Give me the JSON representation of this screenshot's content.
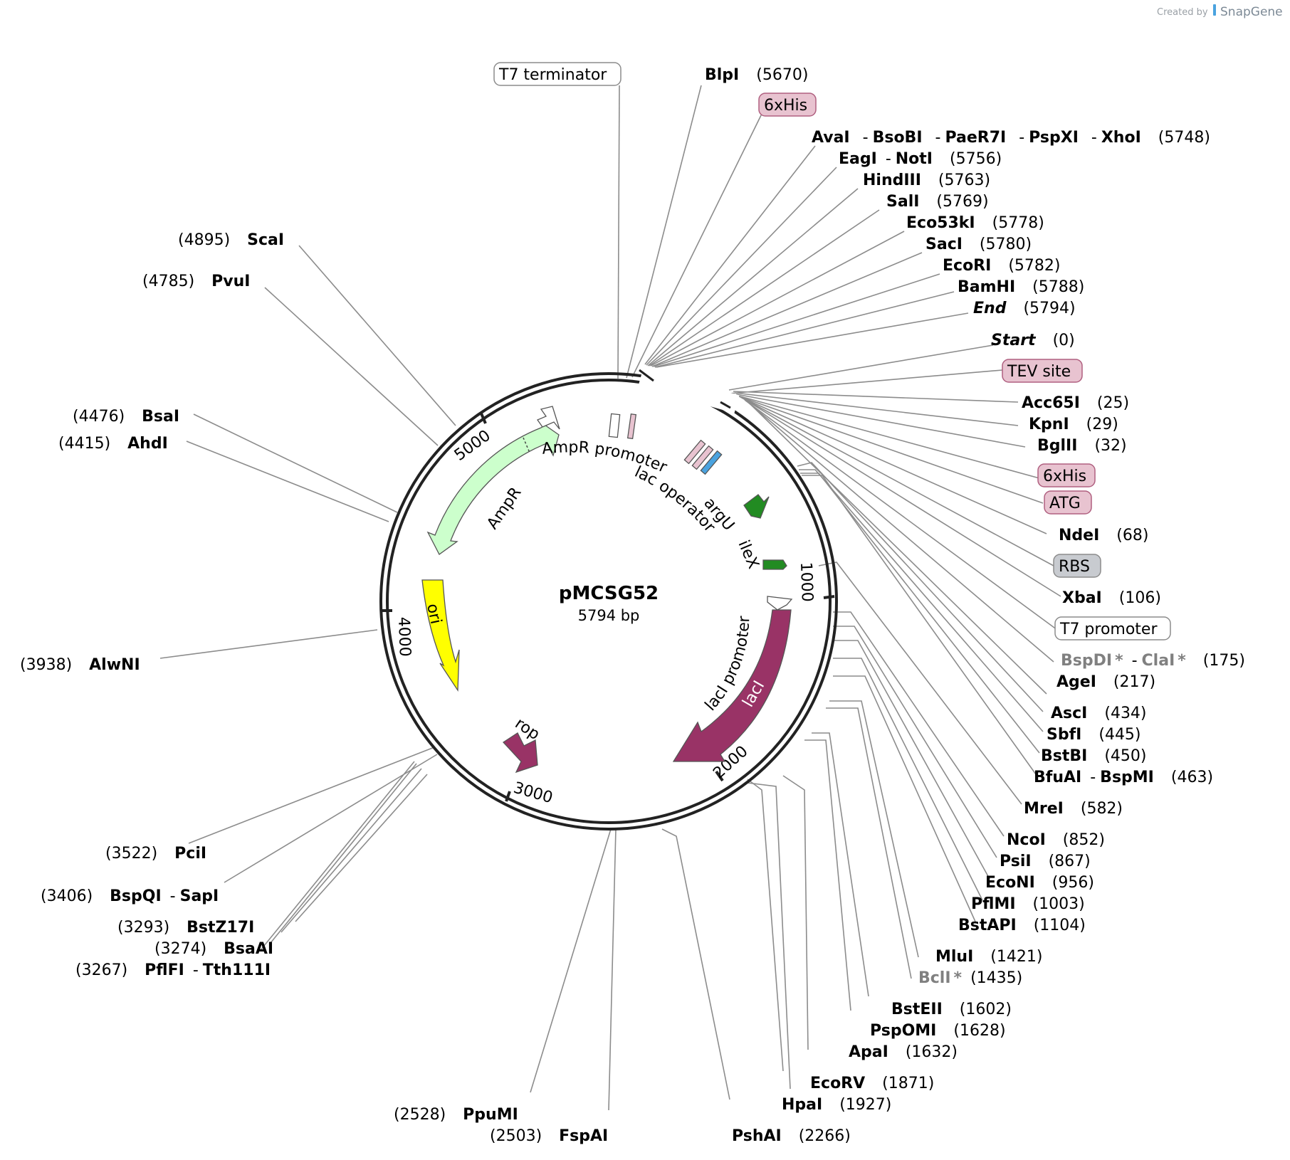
{
  "credit": {
    "prefix": "Created by",
    "brand": "SnapGene"
  },
  "plasmid": {
    "name": "pMCSG52",
    "size": "5794 bp"
  },
  "ticks": [
    "1000",
    "2000",
    "3000",
    "4000",
    "5000"
  ],
  "feature_labels": {
    "AmpR_promoter": "AmpR promoter",
    "lac_operator": "lac operator",
    "argU": "argU",
    "ileX": "ileX",
    "lacI_promoter": "lacI promoter",
    "lacI": "lacI",
    "rop": "rop",
    "ori": "ori",
    "AmpR": "AmpR"
  },
  "colors": {
    "lacI": "#993366",
    "rop": "#993366",
    "ori": "#ffff00",
    "AmpR": "#ccffcc",
    "tRNA": "#228b22",
    "tag_pink": "#e8c3d0",
    "rbs_grey": "#c8cbd0"
  },
  "boxed_labels": {
    "t7term": "T7 terminator",
    "his6a": "6xHis",
    "tev": "TEV site",
    "his6b": "6xHis",
    "atg": "ATG",
    "rbs": "RBS",
    "t7prom": "T7 promoter"
  },
  "sites": {
    "blpi": {
      "n1": "BlpI",
      "p": "(5670)"
    },
    "xhoi": {
      "n1": "AvaI",
      "n2": "BsoBI",
      "n3": "PaeR7I",
      "n4": "PspXI",
      "n5": "XhoI",
      "p": "(5748)"
    },
    "noti": {
      "n1": "EagI",
      "n2": "NotI",
      "p": "(5756)"
    },
    "hind": {
      "n1": "HindIII",
      "p": "(5763)"
    },
    "sali": {
      "n1": "SalI",
      "p": "(5769)"
    },
    "eco53": {
      "n1": "Eco53kI",
      "p": "(5778)"
    },
    "saci": {
      "n1": "SacI",
      "p": "(5780)"
    },
    "ecori": {
      "n1": "EcoRI",
      "p": "(5782)"
    },
    "bamhi": {
      "n1": "BamHI",
      "p": "(5788)"
    },
    "end": {
      "n1": "End",
      "p": "(5794)"
    },
    "start": {
      "n1": "Start",
      "p": "(0)"
    },
    "acc65": {
      "n1": "Acc65I",
      "p": "(25)"
    },
    "kpni": {
      "n1": "KpnI",
      "p": "(29)"
    },
    "bglii": {
      "n1": "BglII",
      "p": "(32)"
    },
    "ndei": {
      "n1": "NdeI",
      "p": "(68)"
    },
    "xbai": {
      "n1": "XbaI",
      "p": "(106)"
    },
    "clai": {
      "n1": "BspDI",
      "n2": "ClaI",
      "star": "*",
      "p": "(175)"
    },
    "agei": {
      "n1": "AgeI",
      "p": "(217)"
    },
    "asci": {
      "n1": "AscI",
      "p": "(434)"
    },
    "sbfi": {
      "n1": "SbfI",
      "p": "(445)"
    },
    "bstbi": {
      "n1": "BstBI",
      "p": "(450)"
    },
    "bfuai": {
      "n1": "BfuAI",
      "n2": "BspMI",
      "p": "(463)"
    },
    "mrei": {
      "n1": "MreI",
      "p": "(582)"
    },
    "ncoi": {
      "n1": "NcoI",
      "p": "(852)"
    },
    "psii": {
      "n1": "PsiI",
      "p": "(867)"
    },
    "econi": {
      "n1": "EcoNI",
      "p": "(956)"
    },
    "pflmi": {
      "n1": "PflMI",
      "p": "(1003)"
    },
    "bstapi": {
      "n1": "BstAPI",
      "p": "(1104)"
    },
    "mlui": {
      "n1": "MluI",
      "p": "(1421)"
    },
    "bcli": {
      "n1": "BclI",
      "star": "*",
      "p": "(1435)"
    },
    "bsteii": {
      "n1": "BstEII",
      "p": "(1602)"
    },
    "pspomi": {
      "n1": "PspOMI",
      "p": "(1628)"
    },
    "apai": {
      "n1": "ApaI",
      "p": "(1632)"
    },
    "ecorv": {
      "n1": "EcoRV",
      "p": "(1871)"
    },
    "hpai": {
      "n1": "HpaI",
      "p": "(1927)"
    },
    "pshai": {
      "n1": "PshAI",
      "p": "(2266)"
    },
    "fspai": {
      "n1": "FspAI",
      "p": "(2503)"
    },
    "ppumi": {
      "n1": "PpuMI",
      "p": "(2528)"
    },
    "tth111": {
      "n1": "PflFI",
      "n2": "Tth111I",
      "p": "(3267)"
    },
    "bsaai": {
      "n1": "BsaAI",
      "p": "(3274)"
    },
    "bstz17": {
      "n1": "BstZ17I",
      "p": "(3293)"
    },
    "sapi": {
      "n1": "BspQI",
      "n2": "SapI",
      "p": "(3406)"
    },
    "pcii": {
      "n1": "PciI",
      "p": "(3522)"
    },
    "alwni": {
      "n1": "AlwNI",
      "p": "(3938)"
    },
    "ahdi": {
      "n1": "AhdI",
      "p": "(4415)"
    },
    "bsai": {
      "n1": "BsaI",
      "p": "(4476)"
    },
    "pvui": {
      "n1": "PvuI",
      "p": "(4785)"
    },
    "scai": {
      "n1": "ScaI",
      "p": "(4895)"
    }
  }
}
